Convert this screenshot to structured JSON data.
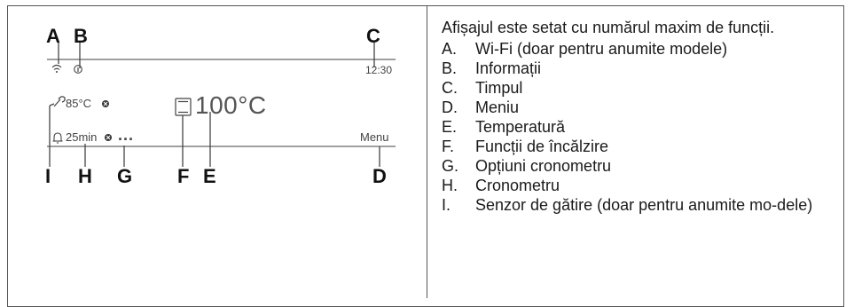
{
  "diagram": {
    "callouts_top": {
      "a": "A",
      "b": "B",
      "c": "C"
    },
    "callouts_bottom": {
      "i": "I",
      "h": "H",
      "g": "G",
      "f": "F",
      "e": "E",
      "d": "D"
    },
    "display": {
      "time": "12:30",
      "probe_temp": "85°C",
      "oven_temp": "100°C",
      "timer": "25min",
      "more": "...",
      "menu": "Menu"
    }
  },
  "legend": {
    "heading": "Afișajul este setat cu numărul maxim de funcții.",
    "items": [
      {
        "key": "A.",
        "text": "Wi-Fi (doar pentru anumite modele)"
      },
      {
        "key": "B.",
        "text": "Informații"
      },
      {
        "key": "C.",
        "text": "Timpul"
      },
      {
        "key": "D.",
        "text": "Meniu"
      },
      {
        "key": "E.",
        "text": "Temperatură"
      },
      {
        "key": "F.",
        "text": "Funcții de încălzire"
      },
      {
        "key": "G.",
        "text": "Opțiuni cronometru"
      },
      {
        "key": "H.",
        "text": "Cronometru"
      },
      {
        "key": "I.",
        "text": "Senzor de gătire (doar pentru anumite mo-dele)"
      }
    ]
  }
}
